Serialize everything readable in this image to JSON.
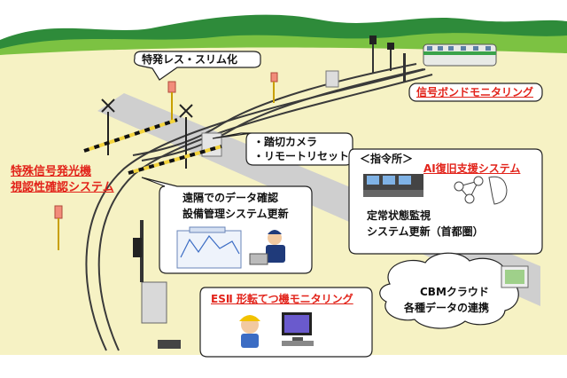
{
  "labels": {
    "slim": "特発レス・スリム化",
    "bond": "信号ボンドモニタリング",
    "crossing_camera": "・踏切カメラ",
    "remote_reset": "・リモートリセット",
    "command_center": "＜指令所＞",
    "ai_recovery": "AI復旧支援システム",
    "special_signal_line1": "特殊信号発光機",
    "special_signal_line2": "視認性確認システム",
    "remote_data_line1": "遠隔でのデータ確認",
    "remote_data_line2": "設備管理システム更新",
    "steady_state_line1": "定常状態監視",
    "steady_state_line2": "システム更新（首都圏）",
    "cbm_line1": "CBMクラウド",
    "cbm_line2": "各種データの連携",
    "es_monitoring": "ESⅡ 形転てつ機モニタリング"
  },
  "colors": {
    "sky": "#ffffff",
    "hills": "#2e8b3a",
    "hills_light": "#7cc242",
    "ground": "#f6f2c4",
    "road": "#cfcfcf",
    "rail": "#3a3a3a",
    "highlight_text": "#e2231a",
    "train_green": "#3aa34a",
    "train_body": "#e8eae6"
  },
  "icons": [
    "train-icon",
    "crossing-signal-icon",
    "signal-post-icon",
    "camera-icon",
    "operator-icon",
    "computer-icon",
    "network-ai-icon",
    "cloud-icon",
    "tablet-icon",
    "server-box-icon",
    "chart-screen-icon",
    "control-desk-icon"
  ]
}
